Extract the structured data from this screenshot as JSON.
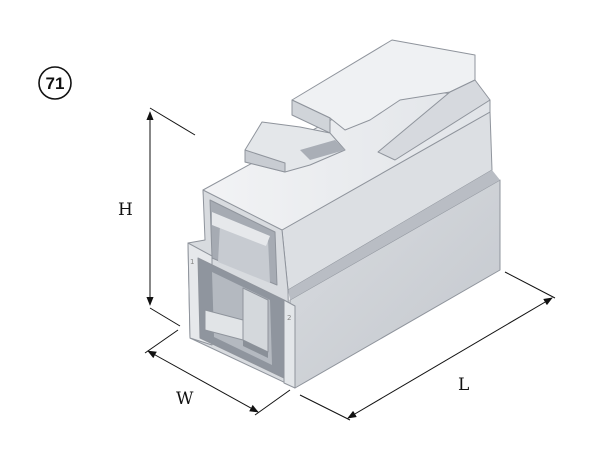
{
  "part_number": "71",
  "dimensions": {
    "height_label": "H",
    "width_label": "W",
    "length_label": "L"
  },
  "colors": {
    "housing_light": "#e9ebee",
    "housing_mid": "#cfd3d8",
    "housing_dark": "#aeb3ba",
    "line": "#111111"
  }
}
